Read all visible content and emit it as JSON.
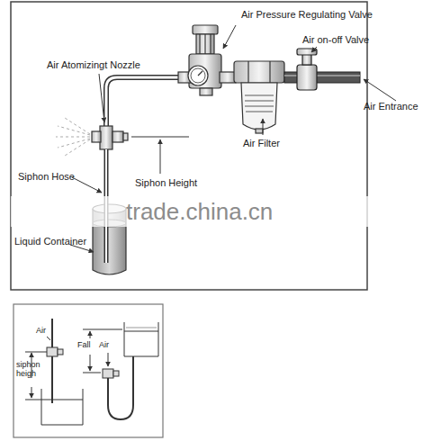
{
  "diagram": {
    "labels": [
      "Air Pressure Regulating Valve",
      "Air on-off Valve",
      "Air Atomizingt Nozzle",
      "Air Entrance",
      "Air Filter",
      "Siphon Hose",
      "Siphon Height",
      "trade.china.cn",
      "Liquid Container",
      "Air",
      "Fall",
      "Air",
      "siphon heigh"
    ]
  }
}
